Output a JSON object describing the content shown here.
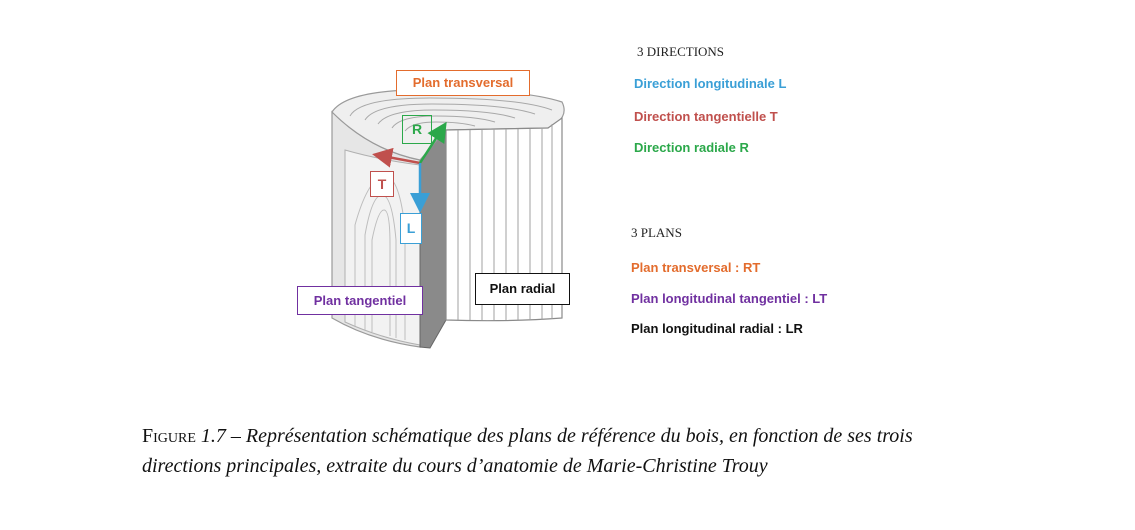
{
  "diagram": {
    "box_labels": {
      "plan_transversal": "Plan transversal",
      "plan_tangentiel": "Plan tangentiel",
      "plan_radial": "Plan radial",
      "r": "R",
      "t": "T",
      "l": "L"
    }
  },
  "legend": {
    "directions_title": "3 DIRECTIONS",
    "directions": [
      {
        "label": "Direction longitudinale L",
        "color": "#3a9fd6"
      },
      {
        "label": "Direction tangentielle T",
        "color": "#c0504d"
      },
      {
        "label": "Direction radiale R",
        "color": "#2ba84a"
      }
    ],
    "plans_title": "3 PLANS",
    "plans": [
      {
        "label": "Plan transversal : RT",
        "color": "#e36c2d"
      },
      {
        "label": "Plan longitudinal tangentiel : LT",
        "color": "#7030a0"
      },
      {
        "label": "Plan longitudinal radial : LR",
        "color": "#111111"
      }
    ]
  },
  "caption": {
    "figure_word": "Figure",
    "number": "1.7",
    "text": "– Représentation schématique des plans de référence du bois, en fonction de ses trois directions principales, extraite du cours d’anatomie de Marie-Christine Trouy"
  }
}
